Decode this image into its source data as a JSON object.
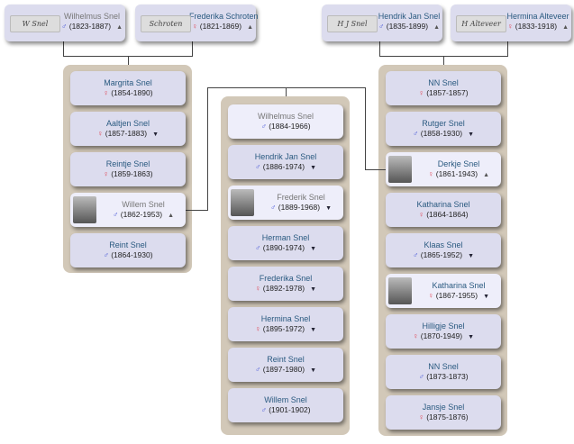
{
  "parents_left": [
    {
      "name": "Wilhelmus Snel",
      "sex": "m",
      "dates": "(1823-1887)",
      "arrow": "up",
      "gray": true,
      "signature": "W Snel"
    },
    {
      "name": "Frederika Schroten",
      "sex": "f",
      "dates": "(1821-1869)",
      "arrow": "up",
      "signature": "Schroten"
    }
  ],
  "parents_right": [
    {
      "name": "Hendrik Jan Snel",
      "sex": "m",
      "dates": "(1835-1899)",
      "arrow": "up",
      "signature": "H J Snel"
    },
    {
      "name": "Hermina Alteveer",
      "sex": "f",
      "dates": "(1833-1918)",
      "arrow": "up",
      "signature": "H Alteveer"
    }
  ],
  "left_children": [
    {
      "name": "Margrita Snel",
      "sex": "f",
      "dates": "(1854-1890)"
    },
    {
      "name": "Aaltjen Snel",
      "sex": "f",
      "dates": "(1857-1883)",
      "arrow": "down"
    },
    {
      "name": "Reintje Snel",
      "sex": "f",
      "dates": "(1859-1863)"
    },
    {
      "name": "Willem Snel",
      "sex": "m",
      "dates": "(1862-1953)",
      "arrow": "up",
      "gray": true,
      "photo": true
    },
    {
      "name": "Reint Snel",
      "sex": "m",
      "dates": "(1864-1930)"
    }
  ],
  "middle_children": [
    {
      "name": "Wilhelmus Snel",
      "sex": "m",
      "dates": "(1884-1966)",
      "gray": true,
      "hl": true
    },
    {
      "name": "Hendrik Jan Snel",
      "sex": "m",
      "dates": "(1886-1974)",
      "arrow": "down"
    },
    {
      "name": "Frederik Snel",
      "sex": "m",
      "dates": "(1889-1968)",
      "arrow": "down",
      "gray": true,
      "photo": true
    },
    {
      "name": "Herman Snel",
      "sex": "m",
      "dates": "(1890-1974)",
      "arrow": "down"
    },
    {
      "name": "Frederika Snel",
      "sex": "f",
      "dates": "(1892-1978)",
      "arrow": "down"
    },
    {
      "name": "Hermina Snel",
      "sex": "f",
      "dates": "(1895-1972)",
      "arrow": "down"
    },
    {
      "name": "Reint Snel",
      "sex": "m",
      "dates": "(1897-1980)",
      "arrow": "down"
    },
    {
      "name": "Willem Snel",
      "sex": "m",
      "dates": "(1901-1902)"
    }
  ],
  "right_children": [
    {
      "name": "NN Snel",
      "sex": "f",
      "dates": "(1857-1857)"
    },
    {
      "name": "Rutger Snel",
      "sex": "m",
      "dates": "(1858-1930)",
      "arrow": "down"
    },
    {
      "name": "Derkje Snel",
      "sex": "f",
      "dates": "(1861-1943)",
      "arrow": "up",
      "photo": true
    },
    {
      "name": "Katharina Snel",
      "sex": "f",
      "dates": "(1864-1864)"
    },
    {
      "name": "Klaas Snel",
      "sex": "m",
      "dates": "(1865-1952)",
      "arrow": "down"
    },
    {
      "name": "Katharina Snel",
      "sex": "f",
      "dates": "(1867-1955)",
      "arrow": "down",
      "photo": true
    },
    {
      "name": "Hilligje Snel",
      "sex": "f",
      "dates": "(1870-1949)",
      "arrow": "down"
    },
    {
      "name": "NN Snel",
      "sex": "m",
      "dates": "(1873-1873)"
    },
    {
      "name": "Jansje Snel",
      "sex": "f",
      "dates": "(1875-1876)"
    }
  ],
  "symbols": {
    "m": "♂",
    "f": "♀",
    "up": "▲",
    "down": "▼"
  }
}
